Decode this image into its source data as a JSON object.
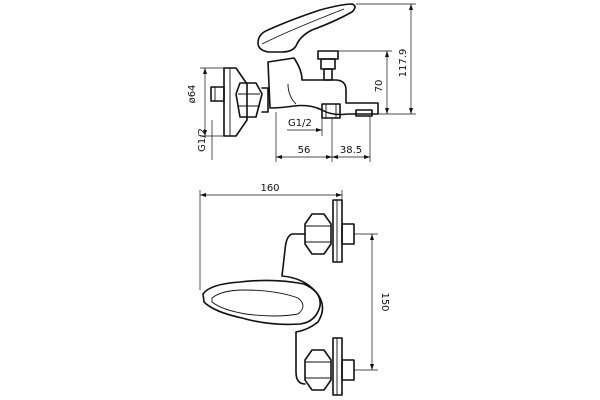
{
  "side_view": {
    "dim_height_total": "117.9",
    "dim_height_spout": "70",
    "dim_diameter": "ø64",
    "dim_thread_left": "G1/2",
    "dim_thread_outlet": "G1/2",
    "dim_width_body": "56",
    "dim_width_outlet": "38.5"
  },
  "top_view": {
    "dim_length": "160",
    "dim_centers": "150"
  }
}
